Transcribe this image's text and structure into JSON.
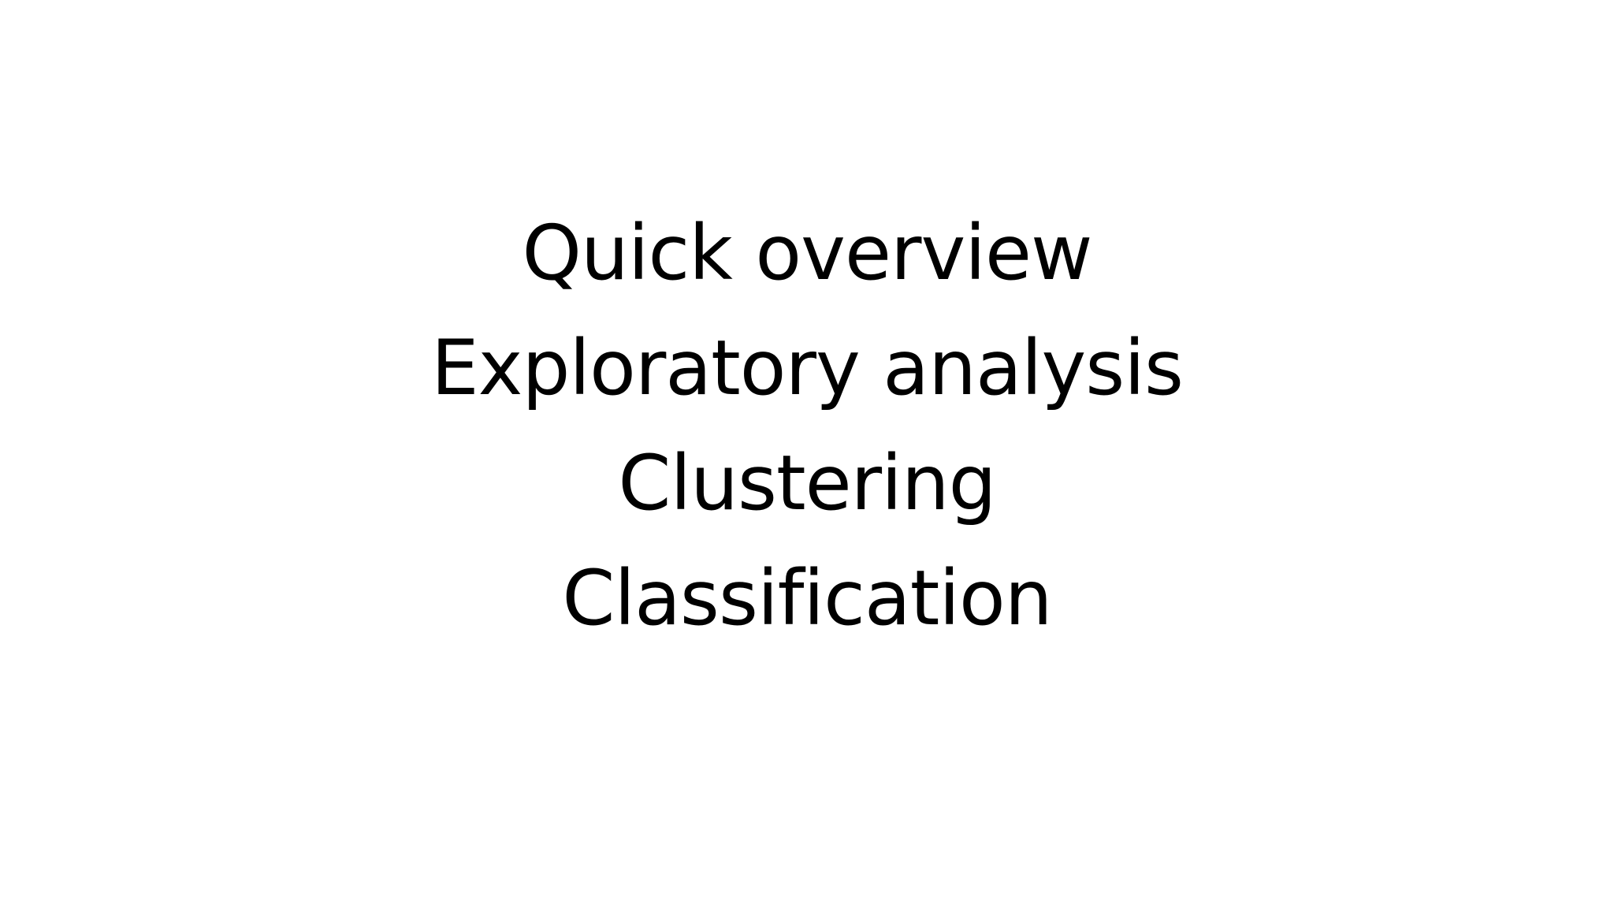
{
  "slide": {
    "lines": [
      "Quick overview",
      "Exploratory analysis",
      "Clustering",
      "Classification"
    ]
  }
}
